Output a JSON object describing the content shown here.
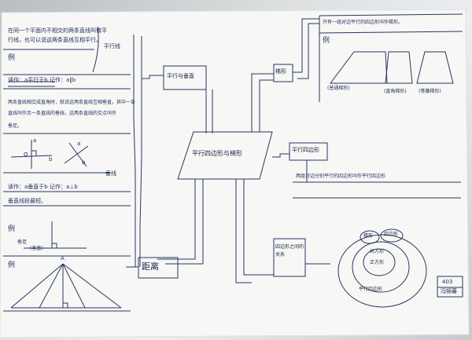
{
  "center": {
    "title": "平行四边形与梯形"
  },
  "branches": {
    "parallel_perp": "平行与垂直",
    "trapezoid": "梯形",
    "parallelogram": "平行四边形",
    "distance": "距离",
    "relation": "四边形之间的关系"
  },
  "left_notes": {
    "definition_parallel": [
      "在同一个平面内不相交的两条直线叫做平",
      "行线，也可以说这两条直线互相平行。"
    ],
    "parallel_tag": "平行线",
    "example": "例",
    "read_parallel": "读作：a平行于b  记作：a∥b",
    "definition_perp": [
      "两条直线相交成直角时，就说这两条直线互相垂直，其中一条",
      "直线叫作另一条直线的垂线，这两条直线的交点叫作",
      "垂足。"
    ],
    "perp_tag": "垂线",
    "read_perp": "读作：a垂直于b 记作：a⊥b",
    "shortest": "垂直线段最短。",
    "foot_label": "垂足",
    "foot_tag": "(垂直)",
    "label_a": "a",
    "label_b": "b",
    "label_o": "O",
    "label_apex": "A"
  },
  "right_notes": {
    "trapezoid_def": "只有一组对边平行的四边形叫作梯形。",
    "isosceles": "(等腰梯形)",
    "right_trap": "(直角梯形)",
    "general": "(普通梯形)",
    "pgram_def": "两组对边分别平行的四边形叫作平行四边形"
  },
  "venn": {
    "outer": "平行四边形",
    "mid": "长方形",
    "inner": "正方形",
    "ring_left": "梯形",
    "ring_right": "四边形"
  },
  "signature": {
    "class": "403",
    "name": "冯锦蕃"
  },
  "colors": {
    "ink": "#20305a",
    "paper": "#fafafa"
  }
}
